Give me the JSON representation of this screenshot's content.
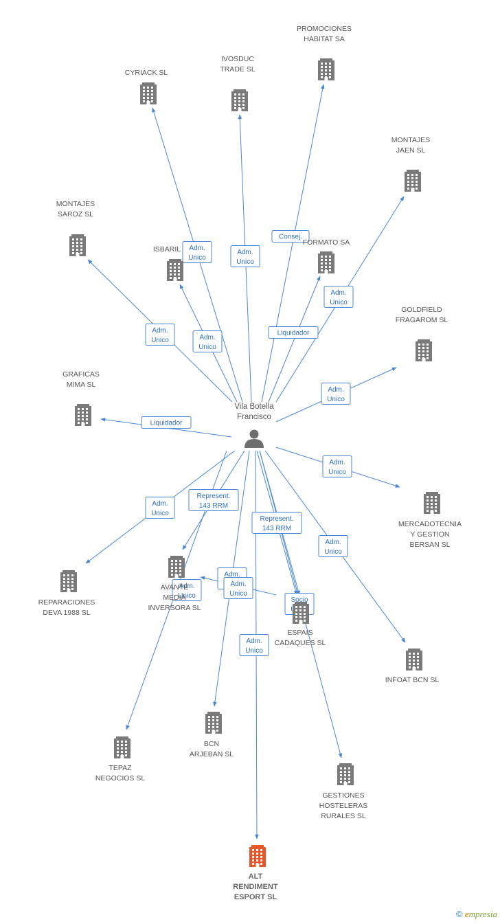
{
  "center": {
    "name_lines": [
      "Vila Botella",
      "Francisco"
    ],
    "icon": "person-icon"
  },
  "colors": {
    "edge": "#4a86d8",
    "company": "#7a7a7a",
    "highlight": "#e8572a"
  },
  "nodes": [
    {
      "id": "cyriack",
      "lines": [
        "CYRIACK SL"
      ],
      "icon": "building-icon"
    },
    {
      "id": "ivosduc",
      "lines": [
        "IVOSDUC",
        "TRADE SL"
      ],
      "icon": "building-icon"
    },
    {
      "id": "promociones",
      "lines": [
        "PROMOCIONES",
        "HABITAT SA"
      ],
      "icon": "building-icon"
    },
    {
      "id": "montajes-jaen",
      "lines": [
        "MONTAJES",
        "JAEN SL"
      ],
      "icon": "building-icon"
    },
    {
      "id": "montajes-saroz",
      "lines": [
        "MONTAJES",
        "SAROZ SL"
      ],
      "icon": "building-icon"
    },
    {
      "id": "isbaril",
      "lines": [
        "ISBARIL"
      ],
      "icon": "building-icon"
    },
    {
      "id": "formato",
      "lines": [
        "FORMATO SA"
      ],
      "icon": "building-icon"
    },
    {
      "id": "goldfield",
      "lines": [
        "GOLDFIELD",
        "FRAGAROM SL"
      ],
      "icon": "building-icon"
    },
    {
      "id": "graficas",
      "lines": [
        "GRAFICAS",
        "MIMA SL"
      ],
      "icon": "building-icon"
    },
    {
      "id": "mercadotecnia",
      "lines": [
        "MERCADOTECNIA",
        "Y GESTION",
        "BERSAN SL"
      ],
      "icon": "building-icon"
    },
    {
      "id": "reparaciones",
      "lines": [
        "REPARACIONES",
        "DEVA 1988 SL"
      ],
      "icon": "building-icon"
    },
    {
      "id": "avante",
      "lines": [
        "AVANTE",
        "MEDIA",
        "INVERSORA SL"
      ],
      "icon": "building-icon"
    },
    {
      "id": "espais",
      "lines": [
        "ESPAIS",
        "CADAQUES SL"
      ],
      "icon": "building-icon"
    },
    {
      "id": "infoat",
      "lines": [
        "INFOAT BCN SL"
      ],
      "icon": "building-icon"
    },
    {
      "id": "tepaz",
      "lines": [
        "TEPAZ",
        "NEGOCIOS SL"
      ],
      "icon": "building-icon"
    },
    {
      "id": "bcn-arjeban",
      "lines": [
        "BCN",
        "ARJEBAN SL"
      ],
      "icon": "building-icon"
    },
    {
      "id": "gestiones",
      "lines": [
        "GESTIONES",
        "HOSTELERAS",
        "RURALES SL"
      ],
      "icon": "building-icon"
    },
    {
      "id": "alt-rendiment",
      "lines": [
        "ALT",
        "RENDIMENT",
        "ESPORT SL"
      ],
      "icon": "building-icon",
      "highlight": true
    }
  ],
  "edges": [
    {
      "to": "cyriack",
      "label": [
        "Adm.",
        "Unico"
      ]
    },
    {
      "to": "ivosduc",
      "label": [
        "Adm.",
        "Unico"
      ]
    },
    {
      "to": "promociones",
      "label": [
        "Consej."
      ]
    },
    {
      "to": "montajes-jaen",
      "label": [
        "Adm.",
        "Unico"
      ]
    },
    {
      "to": "montajes-saroz",
      "label": [
        "Adm.",
        "Unico"
      ]
    },
    {
      "to": "isbaril",
      "label": [
        "Adm.",
        "Unico"
      ]
    },
    {
      "to": "formato",
      "label": [
        "Liquidador"
      ]
    },
    {
      "to": "goldfield",
      "label": [
        "Adm.",
        "Unico"
      ]
    },
    {
      "to": "graficas",
      "label": [
        "Liquidador"
      ]
    },
    {
      "to": "mercadotecnia",
      "label": [
        "Adm.",
        "Unico"
      ]
    },
    {
      "to": "reparaciones",
      "label": [
        "Adm.",
        "Unico"
      ]
    },
    {
      "to": "avante",
      "label": [
        "Represent.",
        "143 RRM"
      ]
    },
    {
      "to": "espais",
      "label": [
        "Represent.",
        "143 RRM"
      ]
    },
    {
      "to": "espais",
      "label": [
        "Socio",
        "Único"
      ]
    },
    {
      "to": "infoat",
      "label": [
        "Adm.",
        "Unico"
      ]
    },
    {
      "to": "tepaz",
      "label": [
        "Adm.",
        "Unico"
      ]
    },
    {
      "to": "bcn-arjeban",
      "label": [
        "Adm.",
        "Unico"
      ]
    },
    {
      "to": "avante",
      "label": [
        "Adm.",
        "Unico"
      ]
    },
    {
      "to": "gestiones",
      "label": []
    },
    {
      "to": "alt-rendiment",
      "label": [
        "Adm.",
        "Unico"
      ]
    }
  ],
  "footer": {
    "copyright": "©",
    "brand_initial": "e",
    "brand_rest": "mpresia"
  }
}
